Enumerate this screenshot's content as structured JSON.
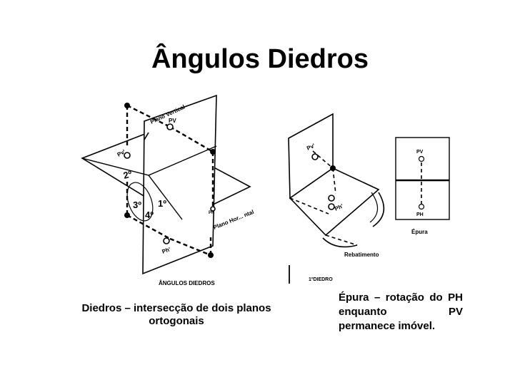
{
  "title": "Ângulos Diedros",
  "left_figure": {
    "plane_vertical_label": "Plano Vertical",
    "plane_horizontal_label": "Plano Hor... ntal",
    "pv_label": "PV",
    "ph_label": "PH",
    "pv_prime_label": "Pv'",
    "ph_prime_label": "Ph'",
    "dihedral_1": "1º",
    "dihedral_2": "2º",
    "dihedral_3": "3º",
    "dihedral_4": "4º",
    "caption": "ÂNGULOS DIEDROS"
  },
  "right_figure": {
    "pv_prime_label": "Pv'",
    "ph_prime_label": "Ph'",
    "rebatimento_label": "Rebatimento",
    "diedro_label": "1ºDIEDRO",
    "epura_pv_label": "PV",
    "epura_ph_label": "PH",
    "epura_caption": "Épura"
  },
  "caption_left": {
    "line1": "Diedros – intersecção de dois planos",
    "line2": "ortogonais"
  },
  "caption_right": {
    "text": "Épura – rotação do PH enquanto PV permanece imóvel."
  }
}
